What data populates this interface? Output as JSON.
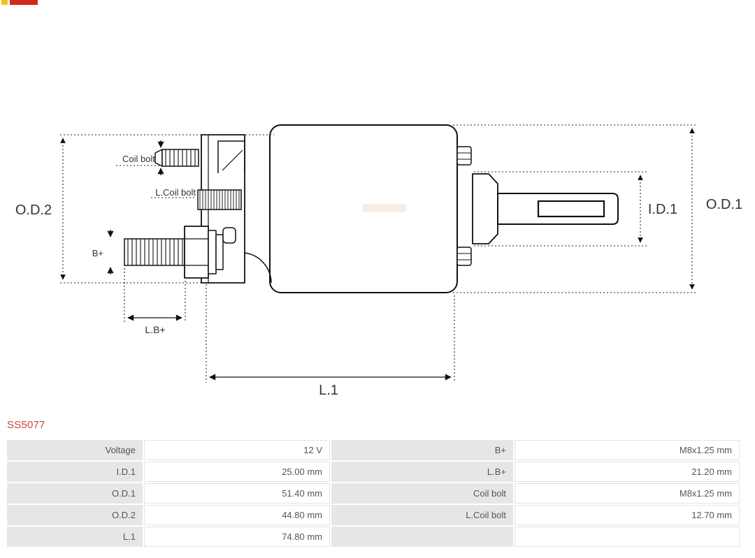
{
  "part_number": "SS5077",
  "diagram": {
    "labels": {
      "od2": "O.D.2",
      "od1": "O.D.1",
      "id1": "I.D.1",
      "coil_bolt": "Coil bolt",
      "l_coil_bolt": "L.Coil bolt",
      "b_plus": "B+",
      "l_b_plus": "L.B+",
      "l1": "L.1"
    }
  },
  "table": {
    "rows": [
      {
        "left_label": "Voltage",
        "left_value": "12 V",
        "right_label": "B+",
        "right_value": "M8x1.25 mm"
      },
      {
        "left_label": "I.D.1",
        "left_value": "25.00 mm",
        "right_label": "L.B+",
        "right_value": "21.20 mm"
      },
      {
        "left_label": "O.D.1",
        "left_value": "51.40 mm",
        "right_label": "Coil bolt",
        "right_value": "M8x1.25 mm"
      },
      {
        "left_label": "O.D.2",
        "left_value": "44.80 mm",
        "right_label": "L.Coil bolt",
        "right_value": "12.70 mm"
      },
      {
        "left_label": "L.1",
        "left_value": "74.80 mm",
        "right_label": "",
        "right_value": ""
      }
    ]
  },
  "colors": {
    "part_number_red": "#c94444",
    "label_cell_bg": "#e6e6e6",
    "value_cell_border": "#e3e3e3",
    "logo_red": "#d4281e",
    "logo_yellow": "#f0c419",
    "line_color": "#111111"
  }
}
